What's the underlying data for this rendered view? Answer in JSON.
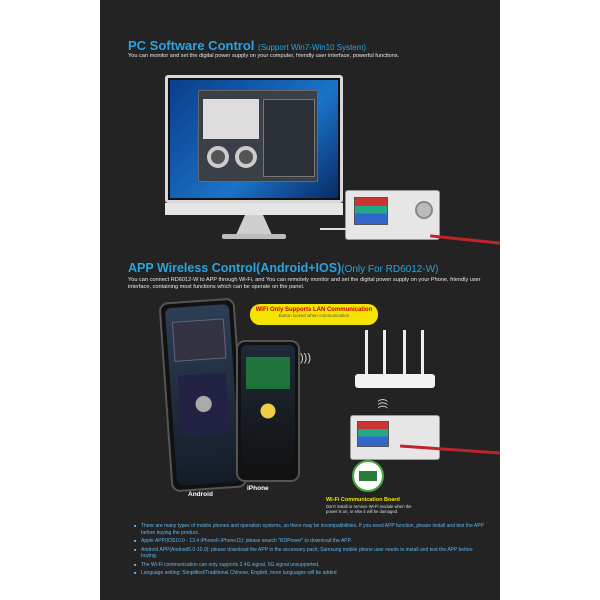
{
  "pc_section": {
    "title": "PC Software Control",
    "subtitle": "(Support Win7-Win10 System)",
    "description": "You can monitor and set the digital power supply on your computer, friendly user interface, powerful functions."
  },
  "app_section": {
    "title": "APP Wireless Control(Android+IOS)",
    "subtitle": "(Only For RD6012-W)",
    "description": "You can connect RD6012-W to APP through Wi-Fi, and You can remotely monitor and set the digital power supply on your Phone, friendly user interface, containing most functions which can be operate on the panel."
  },
  "callout": {
    "title": "WiFi Only Supports LAN Communication",
    "subtitle": "Button locked when communication"
  },
  "phones": {
    "android_label": "Android",
    "iphone_label": "iPhone"
  },
  "wifi_board": {
    "title": "Wi-Fi Communication Board",
    "note": "Don't install or remove Wi-Fi module when the power is on, or else it will be damaged."
  },
  "notes": [
    "There are many types of mobile phones and operation systems, so there may be incompatibilities. If you need APP function, please install and test the APP before buying the product.",
    "Apple APP(IOS10.0 - 13.4 iPhone6-iPhone11): please search \"RDPower\" to download the APP.",
    "Android APP(Android5.0-10.0): please download the APP in the accessory pack; Samsung mobile phone user needs to install and test the APP before buying.",
    "The Wi-Fi communication can only supports 2.4G signal, 5G signal unsupported.",
    "Language setting: Simplified/Traditional Chinese, English, more languages will be added"
  ],
  "colors": {
    "accent": "#2aa3de",
    "callout": "#f5e400",
    "background": "#232323"
  }
}
